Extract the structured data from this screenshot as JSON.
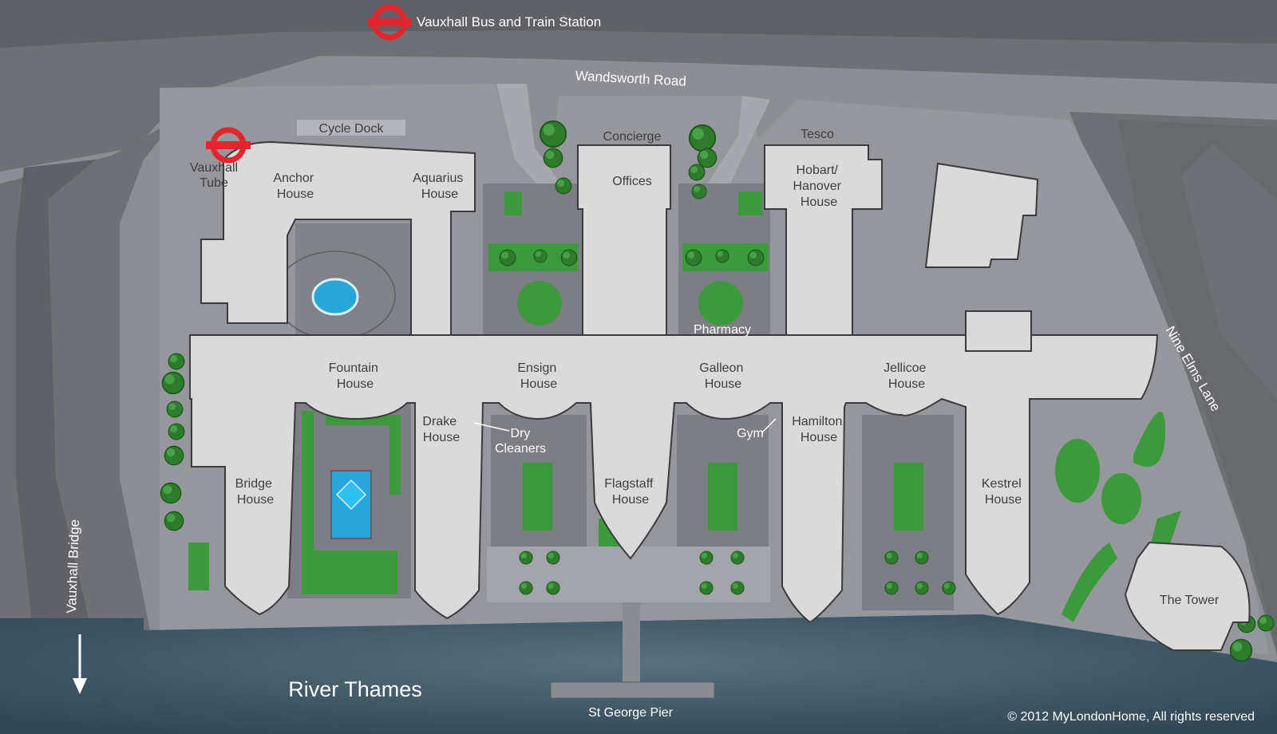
{
  "stations": {
    "bus_train": "Vauxhall Bus and Train Station",
    "tube_line1": "Vauxhall",
    "tube_line2": "Tube"
  },
  "roads": {
    "wandsworth": "Wandsworth Road",
    "nine_elms": "Nine Elms Lane",
    "vauxhall_bridge": "Vauxhall Bridge"
  },
  "places": {
    "cycle_dock": "Cycle Dock",
    "concierge": "Concierge",
    "offices": "Offices",
    "tesco": "Tesco",
    "pharmacy": "Pharmacy",
    "gym": "Gym",
    "dry_cleaners_1": "Dry",
    "dry_cleaners_2": "Cleaners",
    "the_tower": "The Tower"
  },
  "buildings": {
    "anchor": [
      "Anchor",
      "House"
    ],
    "aquarius": [
      "Aquarius",
      "House"
    ],
    "hobart": [
      "Hobart/",
      "Hanover",
      "House"
    ],
    "fountain": [
      "Fountain",
      "House"
    ],
    "ensign": [
      "Ensign",
      "House"
    ],
    "galleon": [
      "Galleon",
      "House"
    ],
    "jellicoe": [
      "Jellicoe",
      "House"
    ],
    "drake": [
      "Drake",
      "House"
    ],
    "hamilton": [
      "Hamilton",
      "House"
    ],
    "bridge": [
      "Bridge",
      "House"
    ],
    "flagstaff": [
      "Flagstaff",
      "House"
    ],
    "kestrel": [
      "Kestrel",
      "House"
    ]
  },
  "water": {
    "river": "River Thames",
    "pier": "St George Pier"
  },
  "copyright": "© 2012 MyLondonHome, All rights reserved",
  "colors": {
    "water": "#3f5d6c",
    "building": "#dadadb",
    "green": "#3c9a3c",
    "underground_red": "#e3262d"
  },
  "icons": {
    "underground": "underground-roundel-icon",
    "arrow": "arrow-down-icon"
  }
}
